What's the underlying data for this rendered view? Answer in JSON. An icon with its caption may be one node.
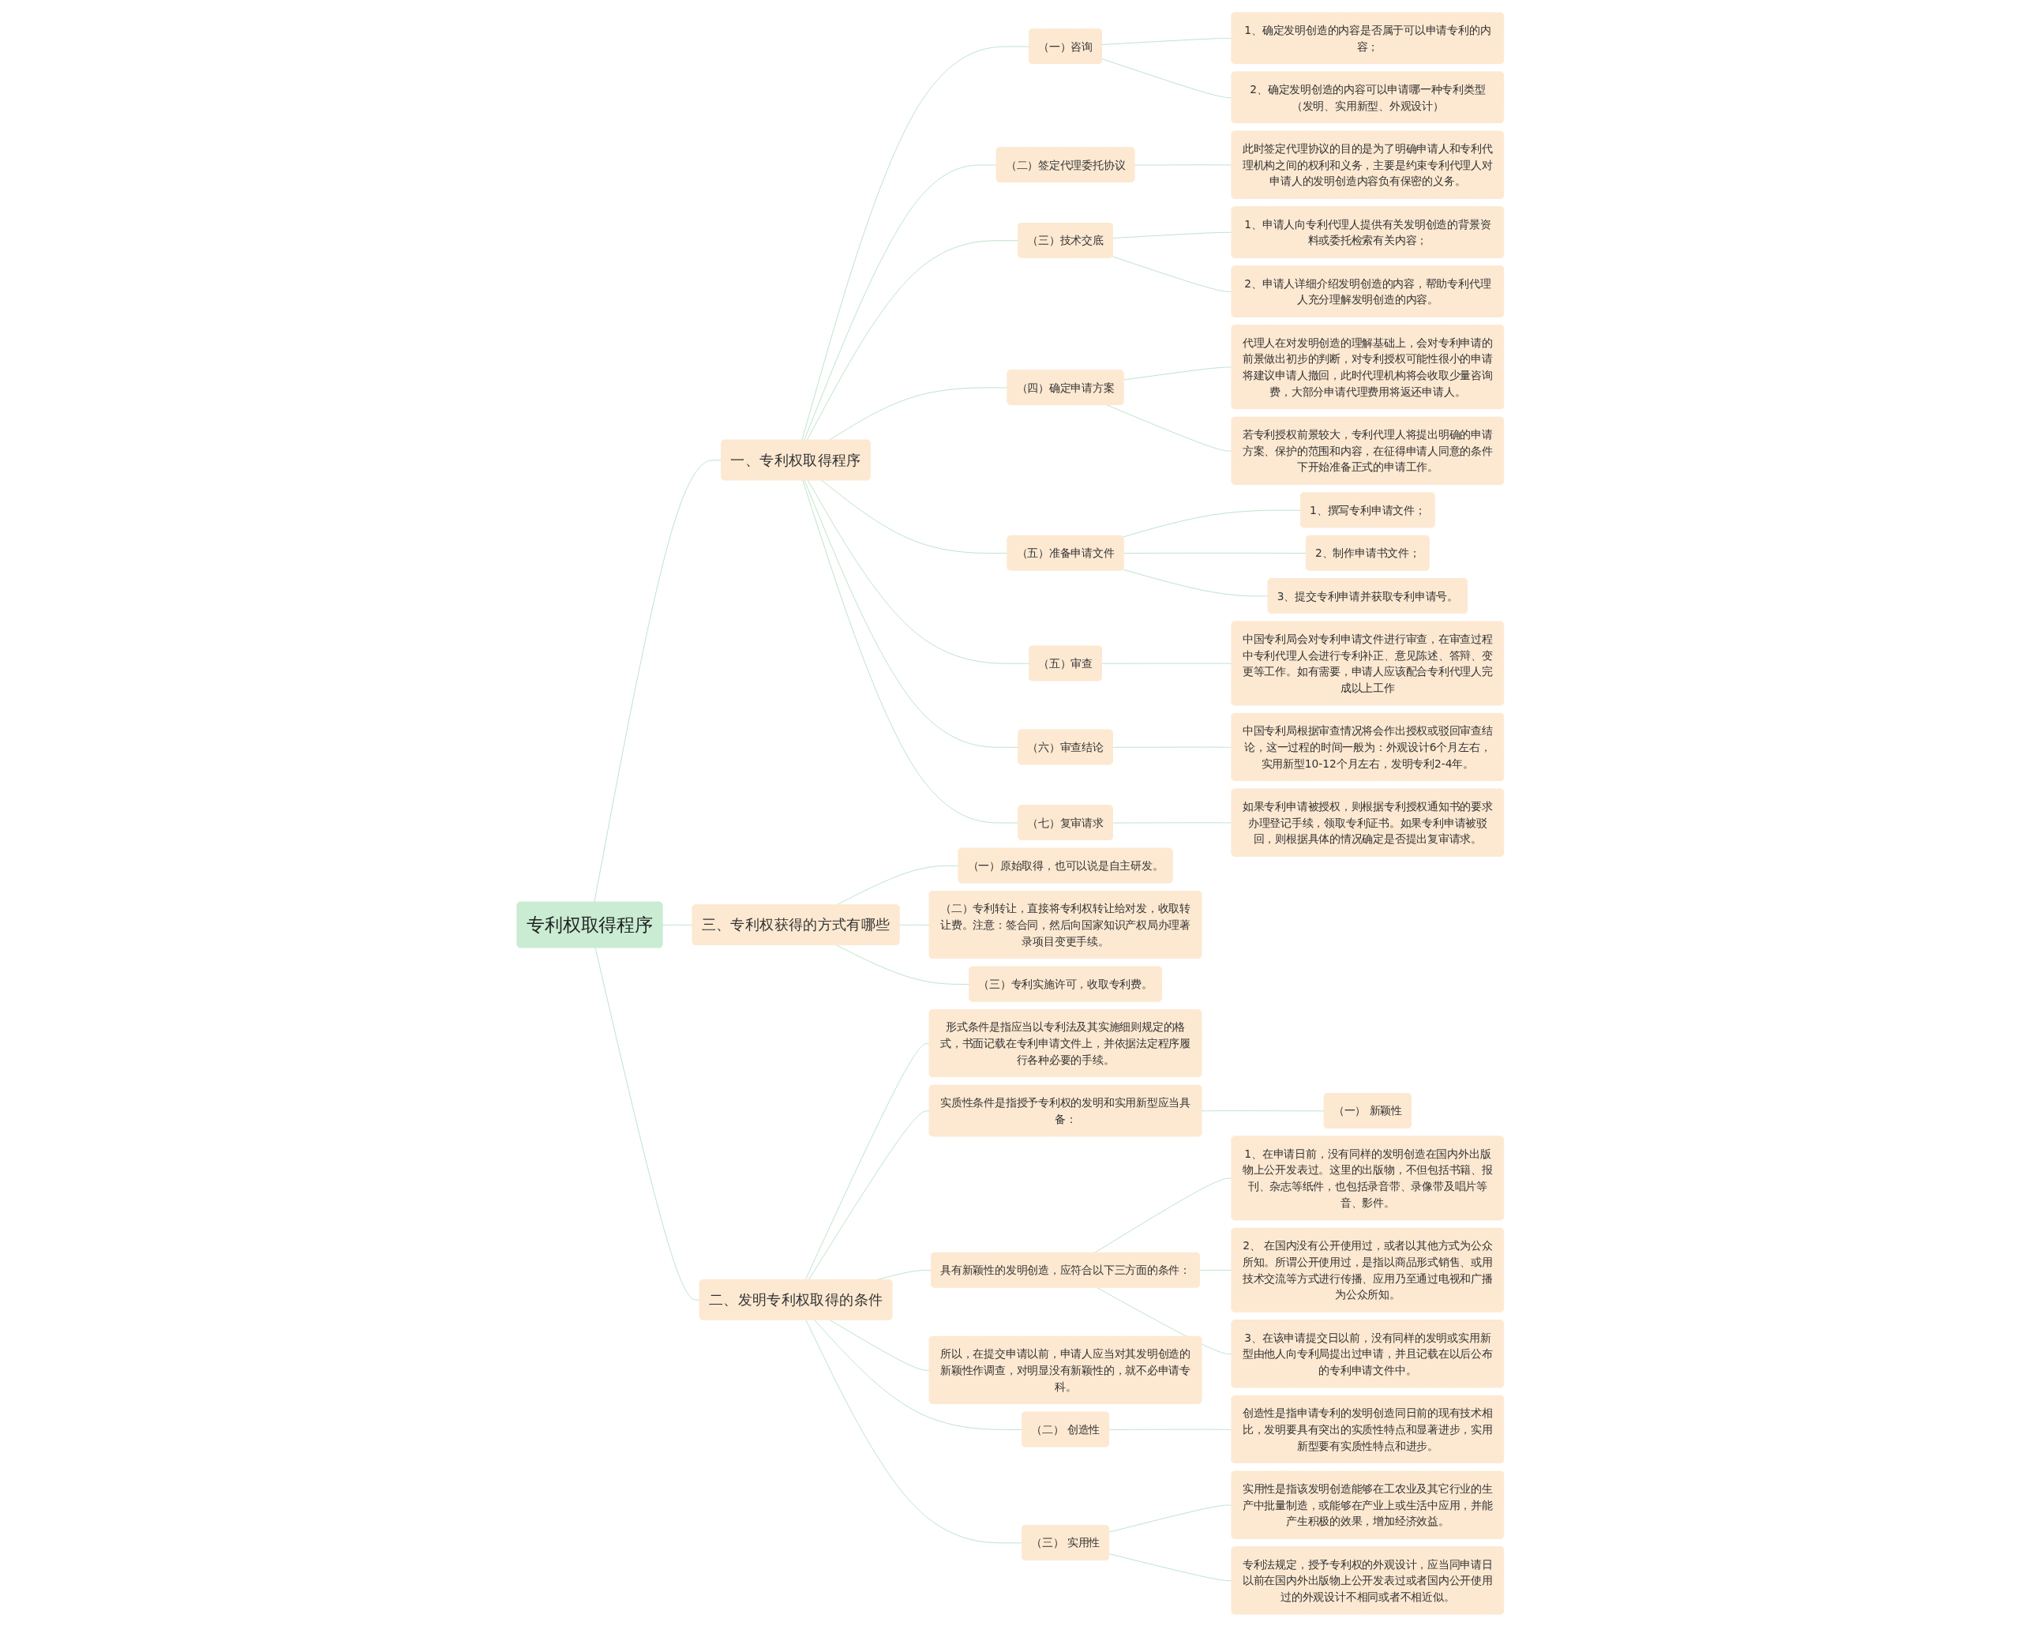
{
  "diagram": {
    "nodes": [
      {
        "text": [
          "专利权取得程序"
        ]
      },
      {
        "text": [
          "一、专利权取得程序"
        ]
      },
      {
        "text": [
          "（一）咨询"
        ]
      },
      {
        "text": [
          "1、确定发明创造的内容是否属于可以申请专利的内容；"
        ]
      },
      {
        "text": [
          "2、确定发明创造的内容可以申请哪一种专利类型（发明、实用新型、外观设计）"
        ]
      },
      {
        "text": [
          "（二）签定代理委托协议"
        ]
      },
      {
        "text": [
          "此时签定代理协议的目的是为了明确申请人和专利代理机构之间的权利和义务，主要是约束专利代理人对申请人的发明创造内容负有保密的义务。"
        ]
      },
      {
        "text": [
          "（三）技术交底"
        ]
      },
      {
        "text": [
          "1、申请人向专利代理人提供有关发明创造的背景资料或委托检索有关内容；"
        ]
      },
      {
        "text": [
          "2、申请人详细介绍发明创造的内容，帮助专利代理人充分理解发明创造的内容。"
        ]
      },
      {
        "text": [
          "（四）确定申请方案"
        ]
      },
      {
        "text": [
          "代理人在对发明创造的理解基础上，会对专利申请的前景做出初步的判断，对专利授权可能性很小的申请将建议申请人撤回，此时代理机构将会收取少量咨询费，大部分申请代理费用将返还申请人。"
        ]
      },
      {
        "text": [
          "若专利授权前景较大，专利代理人将提出明确的申请方案、保护的范围和内容，在征得申请人同意的条件下开始准备正式的申请工作。"
        ]
      },
      {
        "text": [
          "（五）准备申请文件"
        ]
      },
      {
        "text": [
          "1、撰写专利申请文件；"
        ]
      },
      {
        "text": [
          "2、制作申请书文件；"
        ]
      },
      {
        "text": [
          "3、提交专利申请并获取专利申请号。"
        ]
      },
      {
        "text": [
          "（五）审查"
        ]
      },
      {
        "text": [
          "中国专利局会对专利申请文件进行审查，在审查过程中专利代理人会进行专利补正、意见陈述、答辩、变更等工作。如有需要，申请人应该配合专利代理人完成以上工作"
        ]
      },
      {
        "text": [
          "（六）审查结论"
        ]
      },
      {
        "text": [
          "中国专利局根据审查情况将会作出授权或驳回审查结论，这一过程的时间一般为：外观设计6个月左右，实用新型10-12个月左右，发明专利2-4年。"
        ]
      },
      {
        "text": [
          "（七）复审请求"
        ]
      },
      {
        "text": [
          "如果专利申请被授权，则根据专利授权通知书的要求办理登记手续，领取专利证书。如果专利申请被驳回，则根据具体的情况确定是否提出复审请求。"
        ]
      },
      {
        "text": [
          "三、专利权获得的方式有哪些"
        ]
      },
      {
        "text": [
          "（一）原始取得，也可以说是自主研发。"
        ]
      },
      {
        "text": [
          "（二）专利转让，直接将专利权转让给对发，收取转让费。注意：签合同，然后向国家知识产权局办理著录项目变更手续。"
        ]
      },
      {
        "text": [
          "（三）专利实施许可，收取专利费。"
        ]
      },
      {
        "text": [
          "二、发明专利权取得的条件"
        ]
      },
      {
        "text": [
          "形式条件是指应当以专利法及其实施细则规定的格式，书面记载在专利申请文件上，并依据法定程序履行各种必要的手续。"
        ]
      },
      {
        "text": [
          "实质性条件是指授予专利权的发明和实用新型应当具备："
        ]
      },
      {
        "text": [
          "（一） 新颖性"
        ]
      },
      {
        "text": [
          "具有新颖性的发明创造，应符合以下三方面的条件："
        ]
      },
      {
        "text": [
          "1、在申请日前，没有同样的发明创造在国内外出版物上公开发表过。这里的出版物，不但包括书籍、报刊、杂志等纸件，也包括录音带、录像带及唱片等音、影件。"
        ]
      },
      {
        "text": [
          "2、 在国内没有公开使用过，或者以其他方式为公众所知。所谓公开使用过，是指以商品形式销售、或用技术交流等方式进行传播、应用乃至通过电视和广播为公众所知。"
        ]
      },
      {
        "text": [
          "3、在该申请提交日以前，没有同样的发明或实用新型由他人向专利局提出过申请，并且记载在以后公布的专利申请文件中。"
        ]
      },
      {
        "text": [
          "所以，在提交申请以前，申请人应当对其发明创造的新颖性作调查，对明显没有新颖性的，就不必申请专科。"
        ]
      },
      {
        "text": [
          "（二） 创造性"
        ]
      },
      {
        "text": [
          "创造性是指申请专利的发明创造同日前的现有技术相比，发明要具有突出的实质性特点和显著进步，实用新型要有实质性特点和进步。"
        ]
      },
      {
        "text": [
          "（三） 实用性"
        ]
      },
      {
        "text": [
          "实用性是指该发明创造能够在工农业及其它行业的生产中批量制造，或能够在产业上或生活中应用，并能产生积极的效果，增加经济效益。"
        ]
      },
      {
        "text": [
          "专利法规定，授予专利权的外观设计，应当同申请日以前在国内外出版物上公开发表过或者国内公开使用过的外观设计不相同或者不相近似。"
        ]
      }
    ],
    "edges": [
      {
        "from": 0,
        "to": 1,
        "arrow": "none"
      },
      {
        "from": 1,
        "to": 2,
        "arrow": "none"
      },
      {
        "from": 2,
        "to": 3,
        "arrow": "none"
      },
      {
        "from": 2,
        "to": 4,
        "arrow": "none"
      },
      {
        "from": 1,
        "to": 5,
        "arrow": "none"
      },
      {
        "from": 5,
        "to": 6,
        "arrow": "none"
      },
      {
        "from": 1,
        "to": 7,
        "arrow": "none"
      },
      {
        "from": 7,
        "to": 8,
        "arrow": "none"
      },
      {
        "from": 7,
        "to": 9,
        "arrow": "none"
      },
      {
        "from": 1,
        "to": 10,
        "arrow": "none"
      },
      {
        "from": 10,
        "to": 11,
        "arrow": "none"
      },
      {
        "from": 10,
        "to": 12,
        "arrow": "none"
      },
      {
        "from": 1,
        "to": 13,
        "arrow": "none"
      },
      {
        "from": 13,
        "to": 14,
        "arrow": "none"
      },
      {
        "from": 13,
        "to": 15,
        "arrow": "none"
      },
      {
        "from": 13,
        "to": 16,
        "arrow": "none"
      },
      {
        "from": 1,
        "to": 17,
        "arrow": "none"
      },
      {
        "from": 17,
        "to": 18,
        "arrow": "none"
      },
      {
        "from": 1,
        "to": 19,
        "arrow": "none"
      },
      {
        "from": 19,
        "to": 20,
        "arrow": "none"
      },
      {
        "from": 1,
        "to": 21,
        "arrow": "none"
      },
      {
        "from": 21,
        "to": 22,
        "arrow": "none"
      },
      {
        "from": 0,
        "to": 23,
        "arrow": "none"
      },
      {
        "from": 23,
        "to": 24,
        "arrow": "none"
      },
      {
        "from": 23,
        "to": 25,
        "arrow": "none"
      },
      {
        "from": 23,
        "to": 26,
        "arrow": "none"
      },
      {
        "from": 0,
        "to": 27,
        "arrow": "none"
      },
      {
        "from": 27,
        "to": 28,
        "arrow": "none"
      },
      {
        "from": 27,
        "to": 29,
        "arrow": "none"
      },
      {
        "from": 29,
        "to": 30,
        "arrow": "none"
      },
      {
        "from": 27,
        "to": 31,
        "arrow": "none"
      },
      {
        "from": 31,
        "to": 32,
        "arrow": "none"
      },
      {
        "from": 31,
        "to": 33,
        "arrow": "none"
      },
      {
        "from": 31,
        "to": 34,
        "arrow": "none"
      },
      {
        "from": 27,
        "to": 35,
        "arrow": "none"
      },
      {
        "from": 27,
        "to": 36,
        "arrow": "none"
      },
      {
        "from": 36,
        "to": 37,
        "arrow": "none"
      },
      {
        "from": 27,
        "to": 38,
        "arrow": "none"
      },
      {
        "from": 38,
        "to": 39,
        "arrow": "none"
      },
      {
        "from": 38,
        "to": 40,
        "arrow": "none"
      }
    ]
  }
}
